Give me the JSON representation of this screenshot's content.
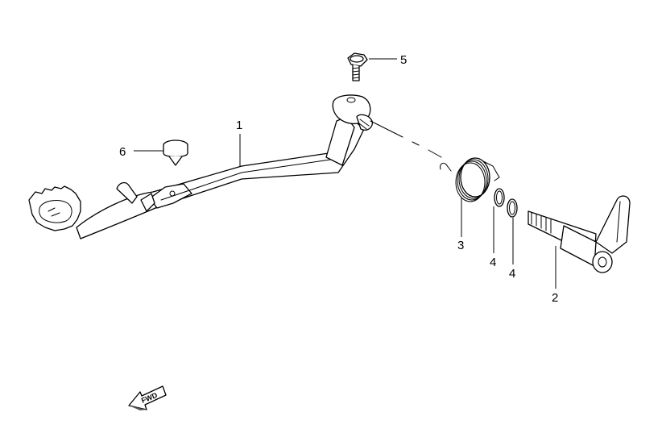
{
  "callouts": [
    {
      "id": "1",
      "label": "1"
    },
    {
      "id": "2",
      "label": "2"
    },
    {
      "id": "3",
      "label": "3"
    },
    {
      "id": "4a",
      "label": "4"
    },
    {
      "id": "4b",
      "label": "4"
    },
    {
      "id": "5",
      "label": "5"
    },
    {
      "id": "6",
      "label": "6"
    }
  ],
  "fwd_label": "FWD",
  "icons": {
    "fwd_arrow": "fwd-arrow-icon"
  }
}
